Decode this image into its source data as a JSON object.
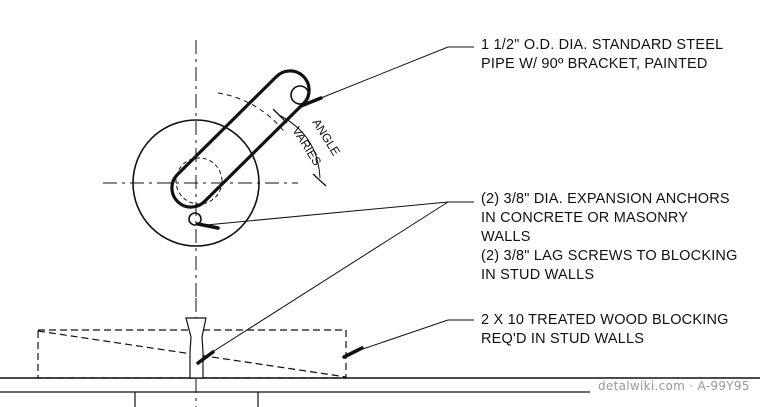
{
  "callouts": {
    "pipe": {
      "line1": "1 1/2\" O.D. DIA. STANDARD STEEL",
      "line2": "PIPE W/ 90º BRACKET, PAINTED"
    },
    "anchors": {
      "line1": "(2) 3/8\" DIA. EXPANSION ANCHORS",
      "line2": "IN CONCRETE OR MASONRY",
      "line3": "WALLS",
      "line4": "(2) 3/8\" LAG SCREWS TO BLOCKING",
      "line5": "IN STUD WALLS"
    },
    "blocking": {
      "line1": "2 X 10 TREATED WOOD BLOCKING",
      "line2": "REQ'D IN STUD WALLS"
    }
  },
  "dimension": {
    "angle_word": "ANGLE",
    "varies_word": "VARIES"
  },
  "watermark": "detalwiki.com · A-99Y95"
}
